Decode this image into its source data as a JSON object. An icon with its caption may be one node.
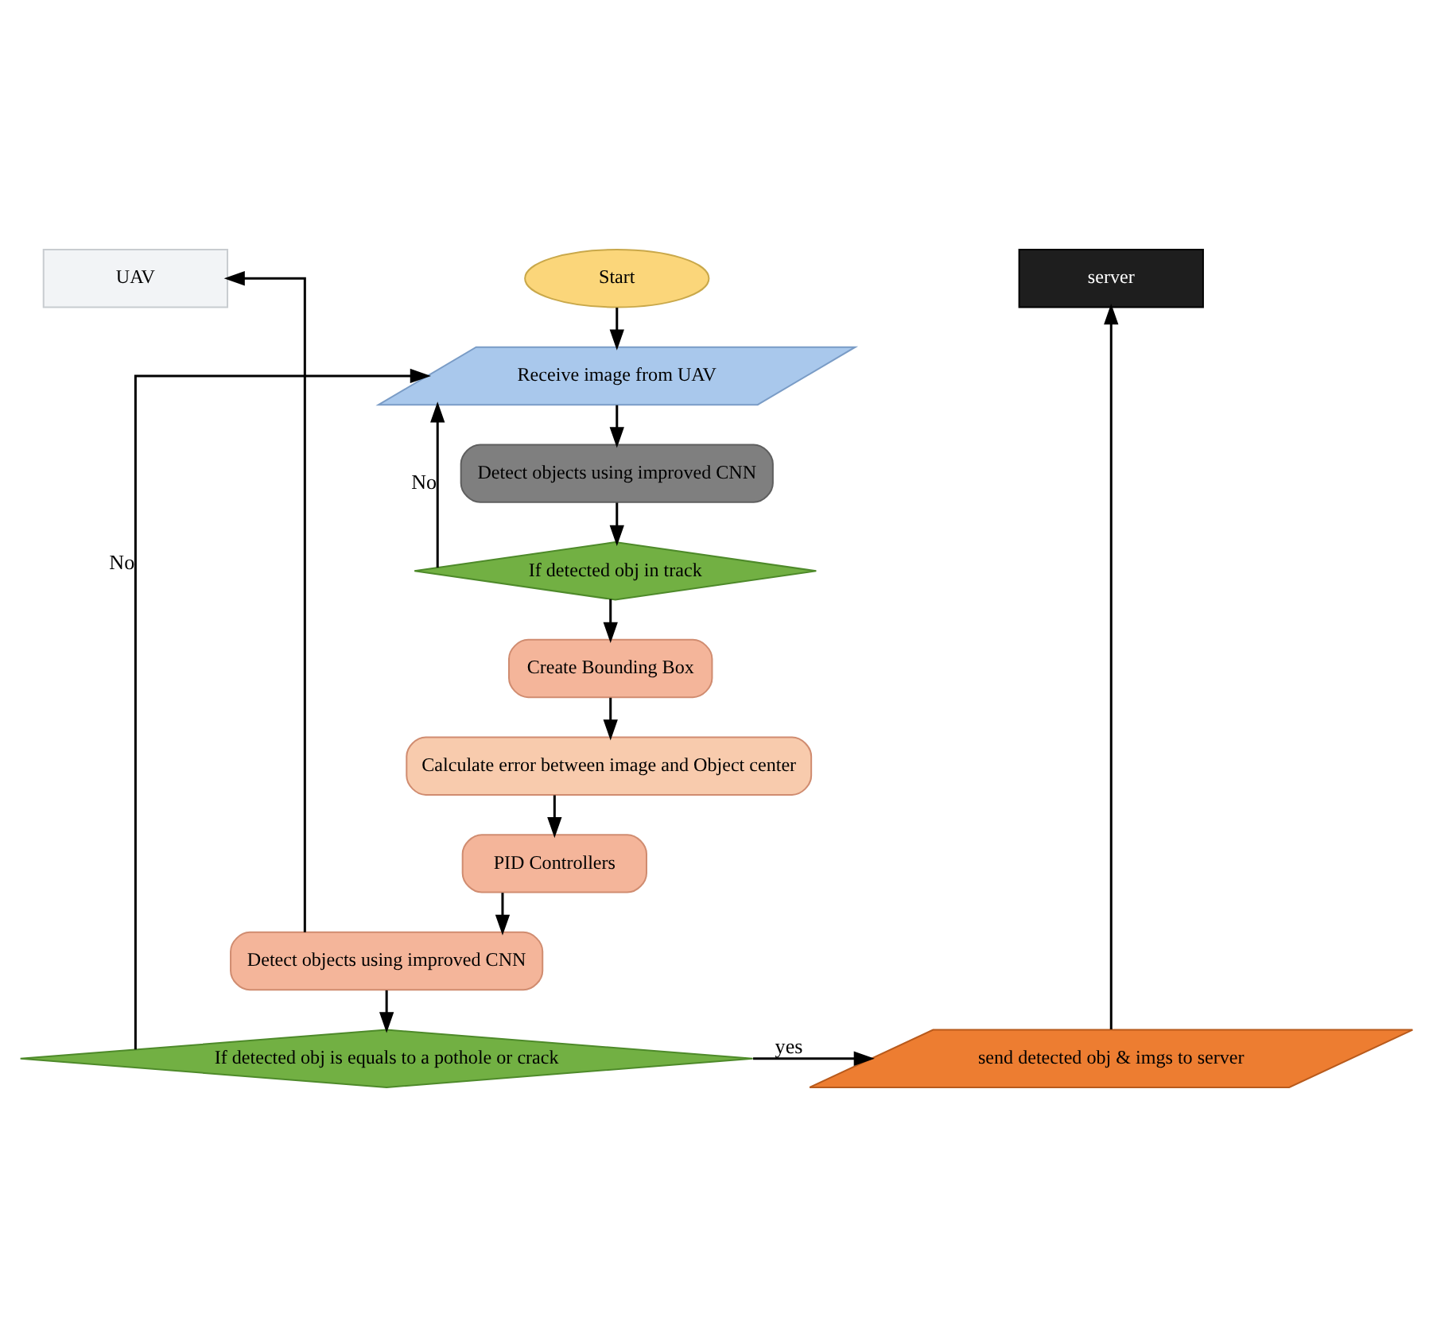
{
  "diagram": {
    "nodes": [
      {
        "text": [
          "Start"
        ]
      },
      {
        "text": [
          "Receive image from UAV"
        ]
      },
      {
        "text": [
          "Detect objects using improved CNN"
        ]
      },
      {
        "text": [
          "If detected obj in track"
        ]
      },
      {
        "text": [
          "Create Bounding Box"
        ]
      },
      {
        "text": [
          "Calculate error between image and Object center"
        ]
      },
      {
        "text": [
          "PID Controllers"
        ]
      },
      {
        "text": [
          "Detect objects using improved CNN"
        ]
      },
      {
        "text": [
          "If detected obj is equals to a pothole or crack"
        ]
      },
      {
        "text": [
          "send detected obj & imgs to server"
        ]
      },
      {
        "text": [
          "UAV"
        ]
      },
      {
        "text": [
          "server"
        ]
      }
    ],
    "edges": [
      {
        "from": 0,
        "to": 1,
        "arrow": "to"
      },
      {
        "from": 1,
        "to": 2,
        "arrow": "to"
      },
      {
        "from": 2,
        "to": 3,
        "arrow": "to"
      },
      {
        "from": 3,
        "to": 1,
        "arrow": "to",
        "label": "No"
      },
      {
        "from": 3,
        "to": 4,
        "arrow": "to"
      },
      {
        "from": 4,
        "to": 5,
        "arrow": "to"
      },
      {
        "from": 5,
        "to": 6,
        "arrow": "to"
      },
      {
        "from": 6,
        "to": 7,
        "arrow": "to"
      },
      {
        "from": 7,
        "to": 8,
        "arrow": "to"
      },
      {
        "from": 7,
        "to": 10,
        "arrow": "to"
      },
      {
        "from": 8,
        "to": 1,
        "arrow": "to",
        "label": "No"
      },
      {
        "from": 8,
        "to": 9,
        "arrow": "to",
        "label": "yes"
      },
      {
        "from": 9,
        "to": 11,
        "arrow": "to"
      }
    ]
  }
}
